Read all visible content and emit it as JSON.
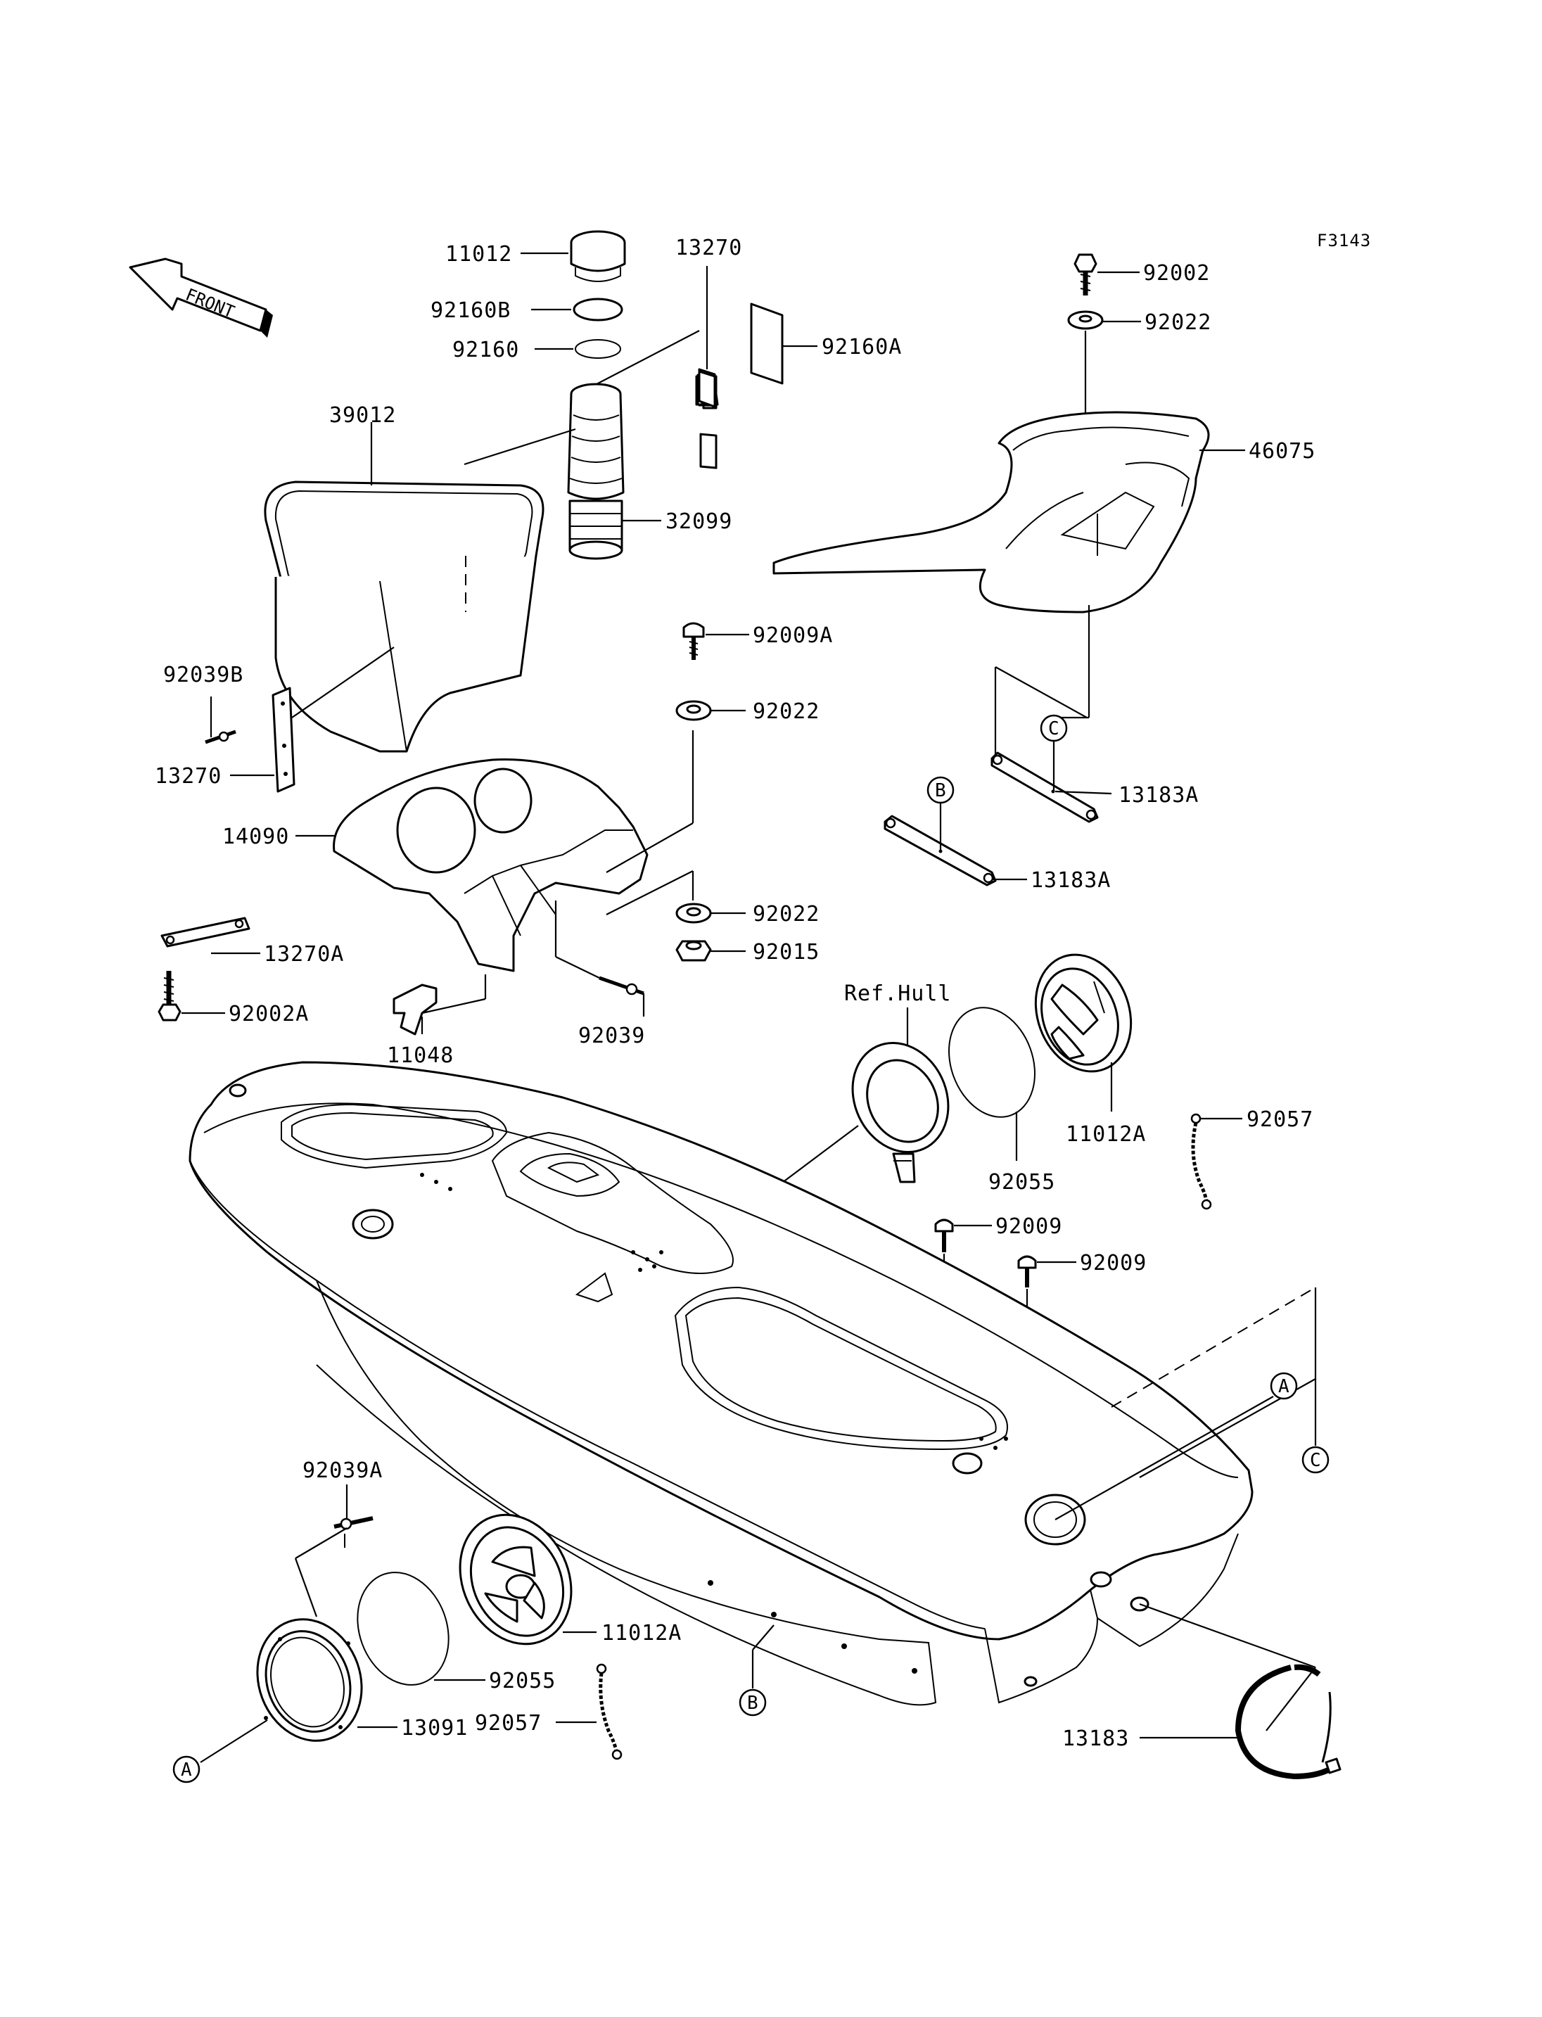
{
  "figure_code": "F3143",
  "front_label": "FRONT",
  "ref_label": "Ref.Hull",
  "callouts": [
    "A",
    "B",
    "C"
  ],
  "part_labels": {
    "p11012": "11012",
    "p92160B": "92160B",
    "p92160": "92160",
    "p13270_top": "13270",
    "p92160A": "92160A",
    "p39012": "39012",
    "p32099": "32099",
    "p92039B": "92039B",
    "p13270_left": "13270",
    "p14090": "14090",
    "p92009A": "92009A",
    "p92022_mid": "92022",
    "p92022_low": "92022",
    "p92015": "92015",
    "p13270A": "13270A",
    "p92002A": "92002A",
    "p11048": "11048",
    "p92039": "92039",
    "p92002": "92002",
    "p92022_top": "92022",
    "p46075": "46075",
    "p13183A_upper": "13183A",
    "p13183A_lower": "13183A",
    "p11012A_right": "11012A",
    "p92055_right": "92055",
    "p92057_right": "92057",
    "p92009_a": "92009",
    "p92009_b": "92009",
    "p92039A": "92039A",
    "p11012A_left": "11012A",
    "p92055_left": "92055",
    "p92057_left": "92057",
    "p13091": "13091",
    "p13183": "13183"
  }
}
